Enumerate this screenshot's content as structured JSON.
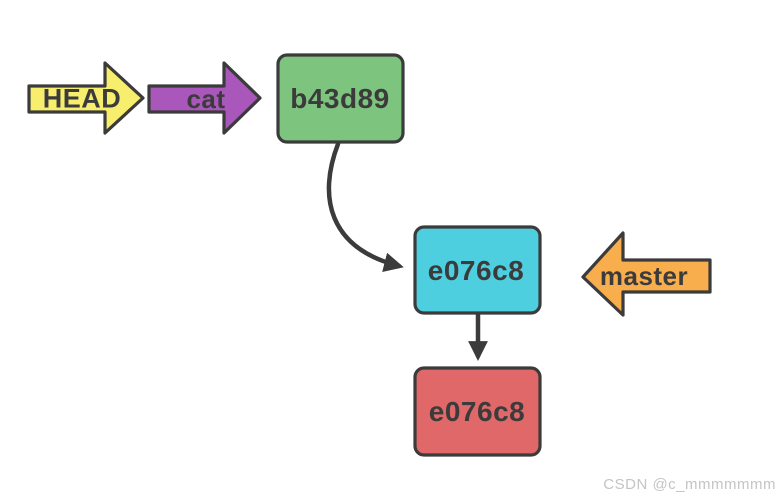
{
  "diagram": {
    "type": "git-commit-graph",
    "background": "#ffffff",
    "outline_color": "#3b3b3b",
    "pointers": [
      {
        "id": "head",
        "label": "HEAD",
        "color": "#f8ee6e",
        "direction": "right"
      },
      {
        "id": "cat",
        "label": "cat",
        "color": "#a957ba",
        "direction": "right"
      },
      {
        "id": "master",
        "label": "master",
        "color": "#f9ae4d",
        "direction": "left"
      }
    ],
    "nodes": [
      {
        "id": "b43d89",
        "label": "b43d89",
        "color": "#7dc47f"
      },
      {
        "id": "e076c8_top",
        "label": "e076c8",
        "color": "#4dcfe0"
      },
      {
        "id": "e076c8_parent",
        "label": "e076c8",
        "color": "#e06868"
      }
    ],
    "edges": [
      {
        "from": "b43d89",
        "to": "e076c8_top",
        "style": "curved"
      },
      {
        "from": "e076c8_top",
        "to": "e076c8_parent",
        "style": "straight"
      }
    ]
  },
  "watermark": {
    "text": "CSDN @c_mmmmmmm",
    "color": "#c4c4c4"
  }
}
